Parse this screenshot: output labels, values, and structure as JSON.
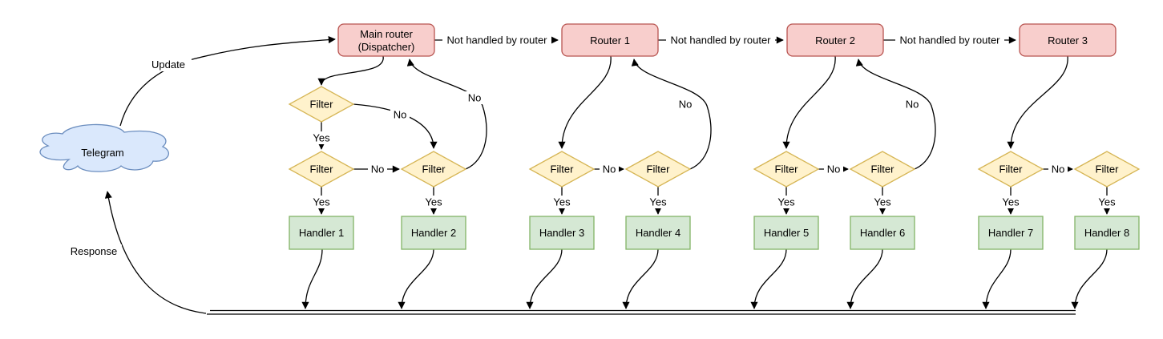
{
  "nodes": {
    "telegram": "Telegram",
    "main_router_line1": "Main router",
    "main_router_line2": "(Dispatcher)",
    "routers": [
      "Router 1",
      "Router 2",
      "Router 3"
    ],
    "filter": "Filter",
    "handlers": [
      "Handler 1",
      "Handler 2",
      "Handler 3",
      "Handler 4",
      "Handler 5",
      "Handler 6",
      "Handler 7",
      "Handler 8"
    ]
  },
  "edge_labels": {
    "update": "Update",
    "response": "Response",
    "not_handled": "Not handled by router",
    "yes": "Yes",
    "no": "No"
  },
  "colors": {
    "cloud_fill": "#dae8fc",
    "cloud_stroke": "#6c8ebf",
    "router_fill": "#f8cecc",
    "router_stroke": "#b85450",
    "filter_fill": "#fff2cc",
    "filter_stroke": "#d6b656",
    "handler_fill": "#d5e8d4",
    "handler_stroke": "#82b366",
    "line": "#000000",
    "background": "#ffffff"
  }
}
